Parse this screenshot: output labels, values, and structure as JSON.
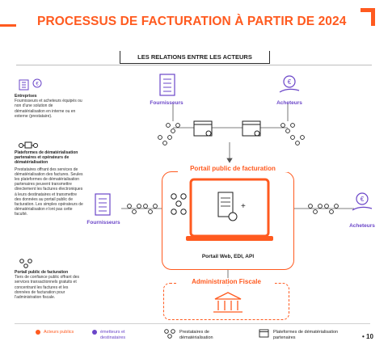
{
  "title": "PROCESSUS DE FACTURATION À PARTIR DE 2024",
  "subtitle": "LES RELATIONS ENTRE LES ACTEURS",
  "colors": {
    "accent": "#ff5a1f",
    "purple": "#6a45c8",
    "dark": "#1e1e1e"
  },
  "legend": {
    "entreprises": {
      "title": "Entreprises",
      "text": "Fournisseurs et acheteurs équipés ou non d'une solution de dématérialisation en interne ou en externe (prestataire)."
    },
    "pdp": {
      "title": "Plateformes de dématérialisation partenaires et opérateurs de dématérialisation",
      "text": "Prestataires offrant des services de dématérialisation des factures. Seules les plateformes de dématérialisation partenaires peuvent transmettre directement les factures électroniques à leurs destinataires et transmettre des données au portail public de facturation. Les simples opérateurs de dématérialisation n'ont pas cette faculté."
    },
    "ppf": {
      "title": "Portail public de facturation",
      "text": "Tiers de confiance public offrant des services transactionnels gratuits et concentrant les factures et les données de facturation pour l'administration fiscale."
    }
  },
  "diagram": {
    "fournisseurs_top": "Fournisseurs",
    "acheteurs_top": "Acheteurs",
    "fournisseurs_left": "Fournisseurs",
    "acheteurs_right": "Acheteurs",
    "portal_title": "Portail public de facturation",
    "portal_caption": "Portail Web, EDI, API",
    "admin_title": "Administration Fiscale"
  },
  "footer": {
    "acteurs_publics": "Acteurs publics",
    "emetteurs": "émetteurs et destinataires",
    "prestataires": "Prestataires de dématérialisation",
    "plateformes": "Plateformes de dématérialisation partenaires",
    "page": "• 10"
  }
}
